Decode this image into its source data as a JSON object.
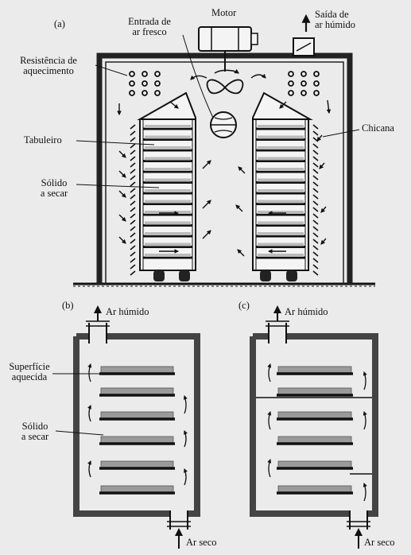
{
  "panel_a": {
    "tag": "(a)",
    "motor": "Motor",
    "fresh_air_line1": "Entrada de",
    "fresh_air_line2": "ar fresco",
    "humid_out_line1": "Saída de",
    "humid_out_line2": "ar húmido",
    "heater_line1": "Resistência de",
    "heater_line2": "aquecimento",
    "tray": "Tabuleiro",
    "solid_line1": "Sólido",
    "solid_line2": "a secar",
    "baffle": "Chicana"
  },
  "panel_b": {
    "tag": "(b)",
    "humid_air": "Ar húmido",
    "heated_line1": "Superfície",
    "heated_line2": "aquecida",
    "solid_line1": "Sólido",
    "solid_line2": "a secar",
    "dry_air": "Ar seco"
  },
  "panel_c": {
    "tag": "(c)",
    "humid_air": "Ar húmido",
    "dry_air": "Ar seco"
  },
  "colors": {
    "background": "#ebebeb",
    "ink": "#111111",
    "wall": "#444444"
  }
}
